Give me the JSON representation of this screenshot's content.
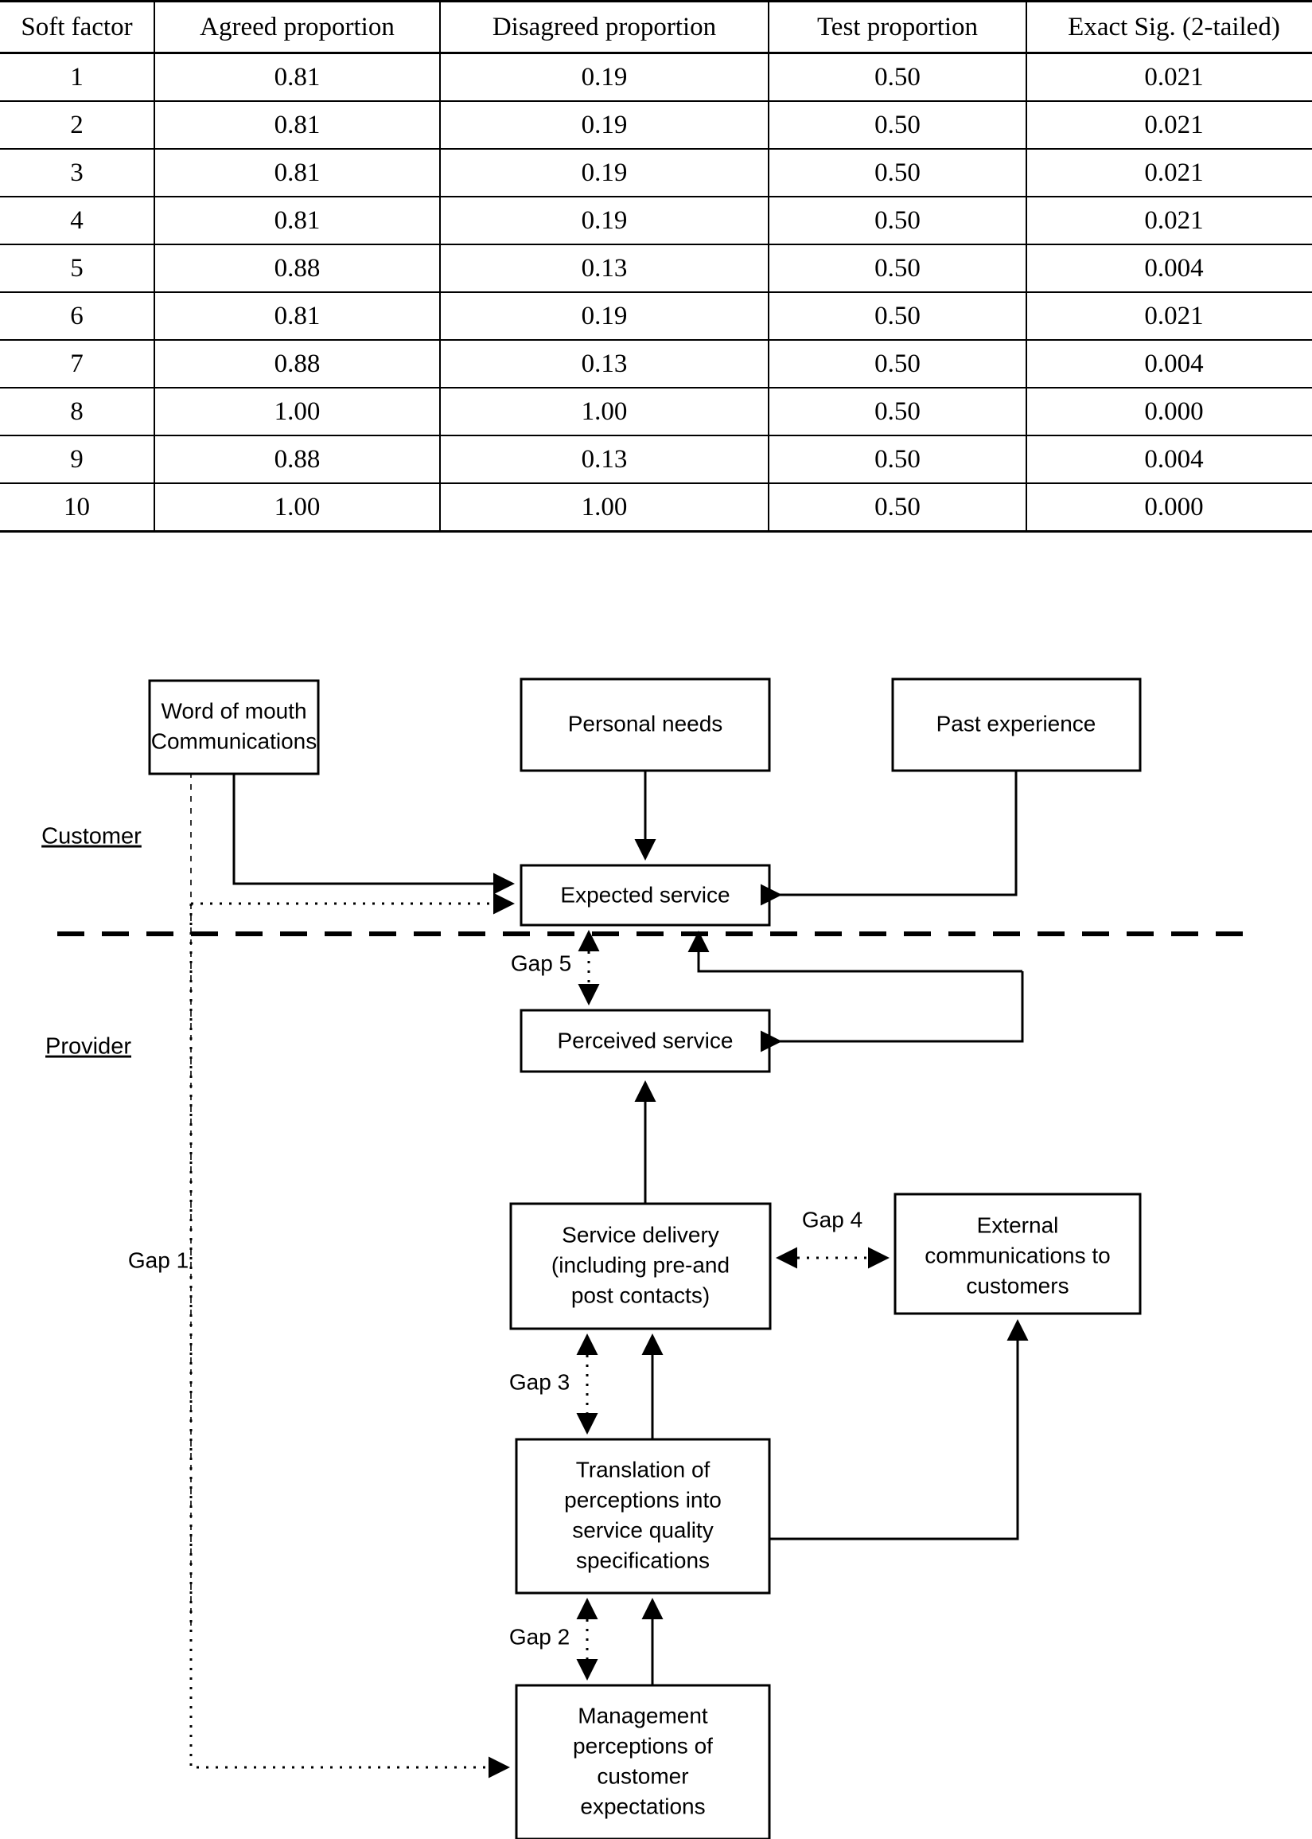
{
  "table": {
    "name": "binomial-test-results-table",
    "columns": [
      "Soft factor",
      "Agreed proportion",
      "Disagreed proportion",
      "Test proportion",
      "Exact Sig. (2-tailed)"
    ],
    "rows": [
      [
        "1",
        "0.81",
        "0.19",
        "0.50",
        "0.021"
      ],
      [
        "2",
        "0.81",
        "0.19",
        "0.50",
        "0.021"
      ],
      [
        "3",
        "0.81",
        "0.19",
        "0.50",
        "0.021"
      ],
      [
        "4",
        "0.81",
        "0.19",
        "0.50",
        "0.021"
      ],
      [
        "5",
        "0.88",
        "0.13",
        "0.50",
        "0.004"
      ],
      [
        "6",
        "0.81",
        "0.19",
        "0.50",
        "0.021"
      ],
      [
        "7",
        "0.88",
        "0.13",
        "0.50",
        "0.004"
      ],
      [
        "8",
        "1.00",
        "1.00",
        "0.50",
        "0.000"
      ],
      [
        "9",
        "0.88",
        "0.13",
        "0.50",
        "0.004"
      ],
      [
        "10",
        "1.00",
        "1.00",
        "0.50",
        "0.000"
      ]
    ]
  },
  "diagram": {
    "name": "service-quality-gap-model",
    "side_labels": {
      "customer": "Customer",
      "provider": "Provider"
    },
    "boxes": {
      "word_of_mouth_line1": "Word of mouth",
      "word_of_mouth_line2": "Communications",
      "personal_needs": "Personal needs",
      "past_experience": "Past experience",
      "expected_service": "Expected service",
      "perceived_service": "Perceived service",
      "service_delivery_line1": "Service delivery",
      "service_delivery_line2": "(including pre-and",
      "service_delivery_line3": "post contacts)",
      "external_comms_line1": "External",
      "external_comms_line2": "communications to",
      "external_comms_line3": "customers",
      "translation_line1": "Translation of",
      "translation_line2": "perceptions into",
      "translation_line3": "service quality",
      "translation_line4": "specifications",
      "management_line1": "Management",
      "management_line2": "perceptions of",
      "management_line3": "customer",
      "management_line4": "expectations"
    },
    "gaps": {
      "gap1": "Gap 1",
      "gap2": "Gap 2",
      "gap3": "Gap 3",
      "gap4": "Gap 4",
      "gap5": "Gap 5"
    },
    "colors": {
      "stroke": "#000000",
      "fill": "#ffffff"
    }
  }
}
